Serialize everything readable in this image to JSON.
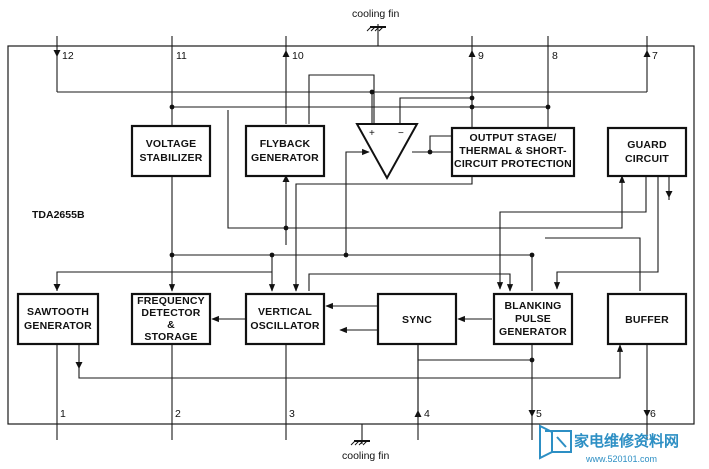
{
  "title": "TDA2655B",
  "cooling_fin_top": "cooling fin",
  "cooling_fin_bottom": "cooling fin",
  "opamp": {
    "plus": "+",
    "minus": "−"
  },
  "blocks": {
    "voltage_stabilizer": [
      "VOLTAGE",
      "STABILIZER"
    ],
    "flyback_generator": [
      "FLYBACK",
      "GENERATOR"
    ],
    "output_stage": [
      "OUTPUT STAGE/",
      "THERMAL & SHORT-",
      "CIRCUIT PROTECTION"
    ],
    "guard_circuit": [
      "GUARD",
      "CIRCUIT"
    ],
    "sawtooth_generator": [
      "SAWTOOTH",
      "GENERATOR"
    ],
    "frequency_detector": [
      "FREQUENCY",
      "DETECTOR",
      "&",
      "STORAGE"
    ],
    "vertical_oscillator": [
      "VERTICAL",
      "OSCILLATOR"
    ],
    "sync": [
      "SYNC"
    ],
    "blanking_pulse_generator": [
      "BLANKING",
      "PULSE",
      "GENERATOR"
    ],
    "buffer": [
      "BUFFER"
    ]
  },
  "pins_top": [
    "12",
    "11",
    "10",
    "9",
    "8",
    "7"
  ],
  "pins_bottom": [
    "1",
    "2",
    "3",
    "4",
    "5",
    "6"
  ],
  "watermark": {
    "text": "家电维修资料网",
    "url": "www.520101.com"
  },
  "colors": {
    "line": "#1a1a1a",
    "watermark": "#2d8fc4"
  }
}
